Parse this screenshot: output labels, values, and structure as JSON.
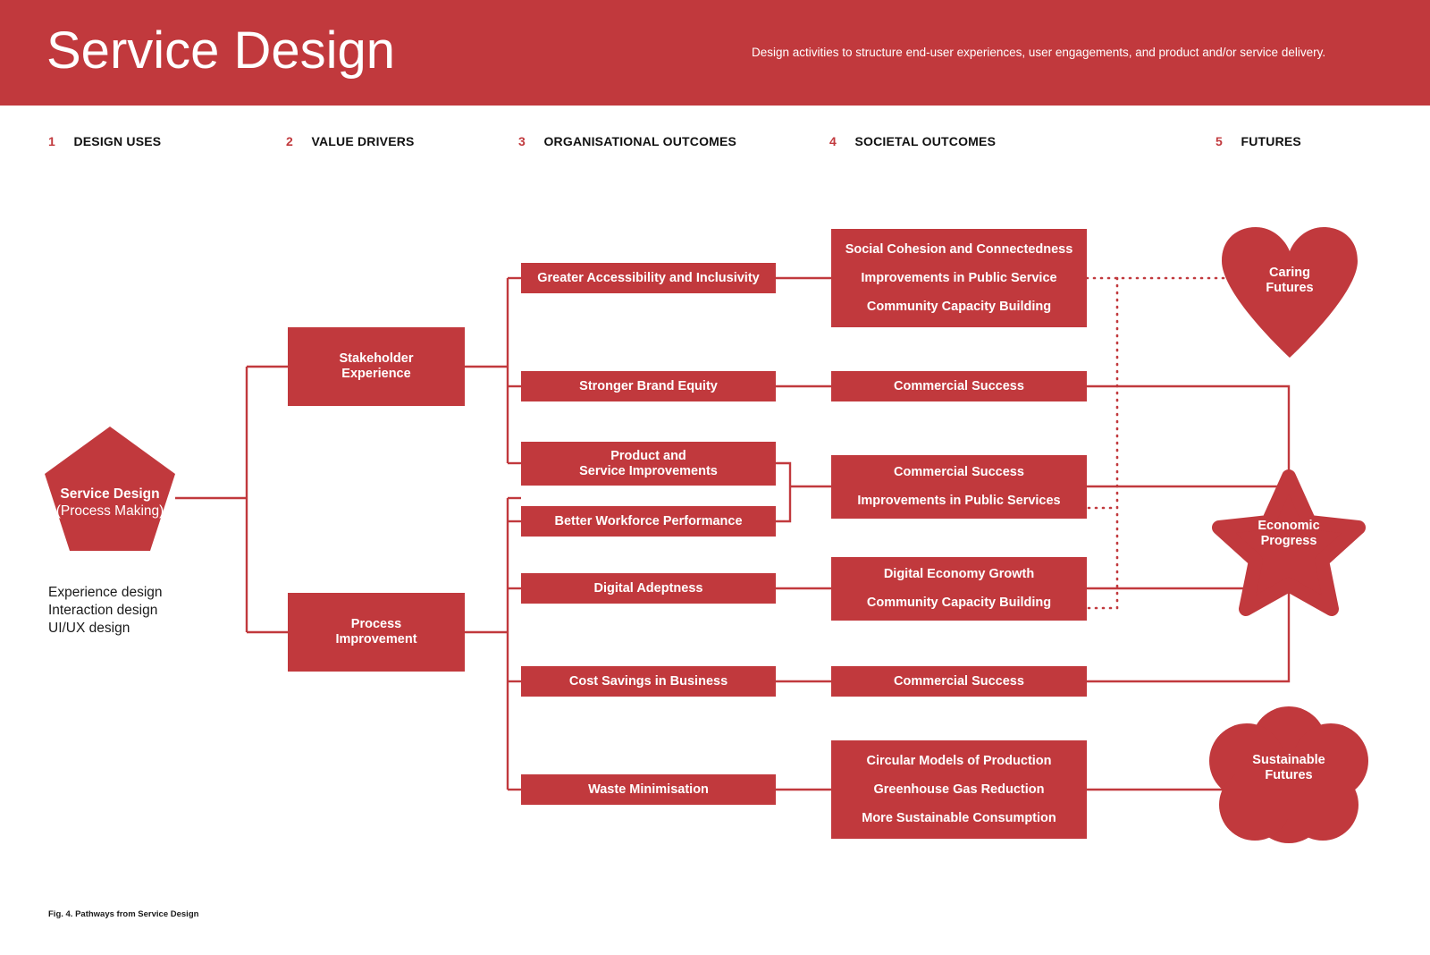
{
  "header": {
    "title": "Service Design",
    "subtitle": "Design activities to structure end-user experiences, user engagements, and product and/or service delivery.",
    "bg_color": "#c1393d"
  },
  "columns": [
    {
      "num": "1",
      "label": "DESIGN USES"
    },
    {
      "num": "2",
      "label": "VALUE DRIVERS"
    },
    {
      "num": "3",
      "label": "ORGANISATIONAL OUTCOMES"
    },
    {
      "num": "4",
      "label": "SOCIETAL OUTCOMES"
    },
    {
      "num": "5",
      "label": "FUTURES"
    }
  ],
  "design_uses": {
    "node_title": "Service Design",
    "node_subtitle": "(Process Making)",
    "caption_lines": [
      "Experience design",
      "Interaction design",
      "UI/UX design"
    ]
  },
  "value_drivers": [
    {
      "line1": "Stakeholder",
      "line2": "Experience"
    },
    {
      "line1": "Process",
      "line2": "Improvement"
    }
  ],
  "organisational_outcomes": [
    {
      "line1": "Greater Accessibility and Inclusivity",
      "line2": ""
    },
    {
      "line1": "Stronger Brand Equity",
      "line2": ""
    },
    {
      "line1": "Product and",
      "line2": "Service Improvements"
    },
    {
      "line1": "Better Workforce Performance",
      "line2": ""
    },
    {
      "line1": "Digital Adeptness",
      "line2": ""
    },
    {
      "line1": "Cost Savings in Business",
      "line2": ""
    },
    {
      "line1": "Waste Minimisation",
      "line2": ""
    }
  ],
  "societal_outcomes": [
    {
      "lines": [
        "Social Cohesion and Connectedness",
        "Improvements in Public Service",
        "Community Capacity Building"
      ]
    },
    {
      "lines": [
        "Commercial Success"
      ]
    },
    {
      "lines": [
        "Commercial Success",
        "Improvements in Public Services"
      ]
    },
    {
      "lines": [
        "Digital Economy Growth",
        "Community Capacity Building"
      ]
    },
    {
      "lines": [
        "Commercial Success"
      ]
    },
    {
      "lines": [
        "Circular Models of Production",
        "Greenhouse Gas Reduction",
        "More Sustainable Consumption"
      ]
    }
  ],
  "futures": [
    {
      "shape": "heart",
      "line1": "Caring",
      "line2": "Futures"
    },
    {
      "shape": "star",
      "line1": "Economic",
      "line2": "Progress"
    },
    {
      "shape": "flower",
      "line1": "Sustainable",
      "line2": "Futures"
    }
  ],
  "figure_caption": "Fig. 4. Pathways from Service Design",
  "colors": {
    "brand_red": "#c1393d",
    "line_red": "#c1393d",
    "text_dark": "#1a1a1a",
    "page_bg": "#ffffff"
  }
}
